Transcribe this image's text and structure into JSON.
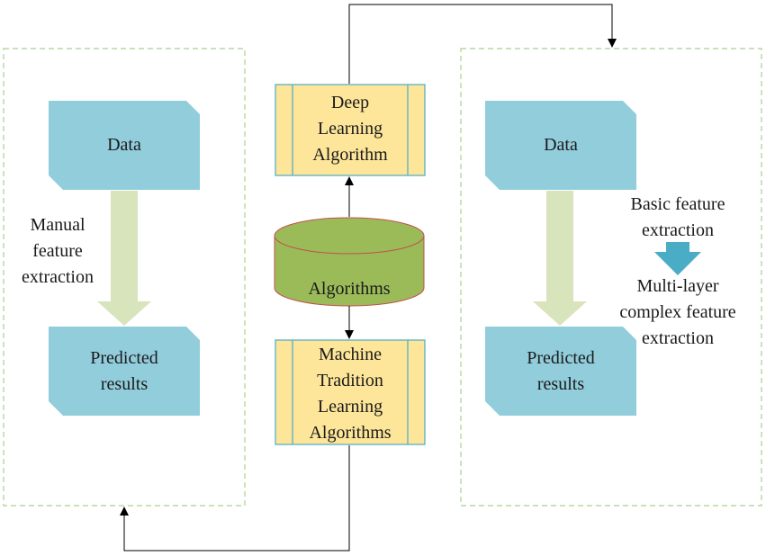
{
  "left_panel": {
    "data_label": "Data",
    "arrow_label": [
      "Manual",
      "feature",
      "extraction"
    ],
    "result_label": [
      "Predicted",
      "results"
    ]
  },
  "center": {
    "deep_learning": [
      "Deep",
      "Learning",
      "Algorithm"
    ],
    "algorithms": "Algorithms",
    "machine_learning": [
      "Machine",
      "Tradition",
      "Learning",
      "Algorithms"
    ]
  },
  "right_panel": {
    "data_label": "Data",
    "basic_label": [
      "Basic feature",
      "extraction"
    ],
    "multi_label": [
      "Multi-layer",
      "complex feature",
      "extraction"
    ],
    "result_label": [
      "Predicted",
      "results"
    ]
  },
  "colors": {
    "panel_border": "#a9d18e",
    "teal_box": "#92cddc",
    "light_arrow": "#d7e4bc",
    "blue_arrow": "#4bacc6",
    "algo_box_fill": "#fde599",
    "algo_box_border": "#4bacc6",
    "cylinder_fill": "#9bbb59",
    "cylinder_border": "#c0504d"
  }
}
